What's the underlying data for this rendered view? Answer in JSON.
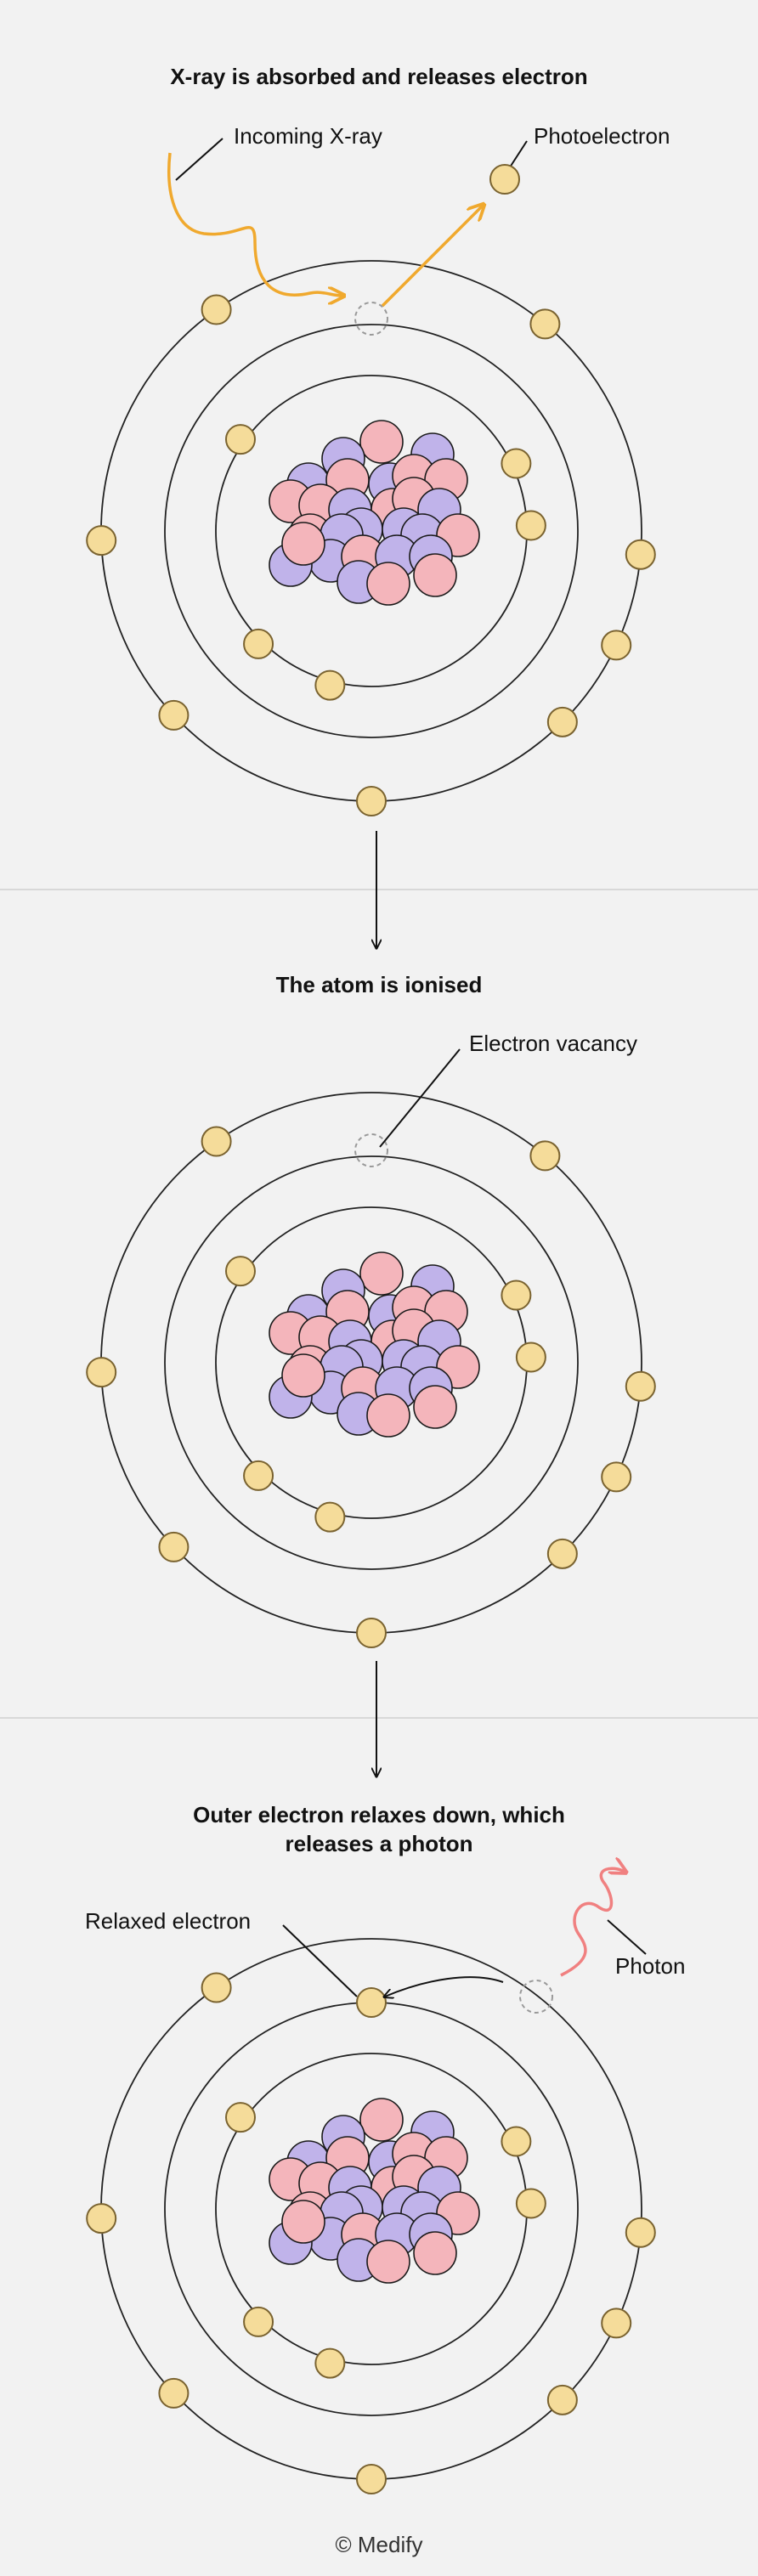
{
  "panel1": {
    "title": "X-ray is absorbed and releases electron",
    "label_xray": "Incoming X-ray",
    "label_photoelectron": "Photoelectron"
  },
  "panel2": {
    "title": "The atom is ionised",
    "label_vacancy": "Electron vacancy"
  },
  "panel3": {
    "title_line1": "Outer electron relaxes down, which",
    "title_line2": "releases a photon",
    "label_relaxed": "Relaxed electron",
    "label_photon": "Photon"
  },
  "footer": "© Medify",
  "colors": {
    "background": "#f2f2f2",
    "electron_fill": "#f5dc9a",
    "electron_stroke": "#7a6330",
    "proton_fill": "#f4b5bb",
    "neutron_fill": "#c0b3ea",
    "xray_path": "#f0a92e",
    "photon_path": "#f08080",
    "orbit_stroke": "#222222",
    "divider": "#cfcfcf"
  }
}
